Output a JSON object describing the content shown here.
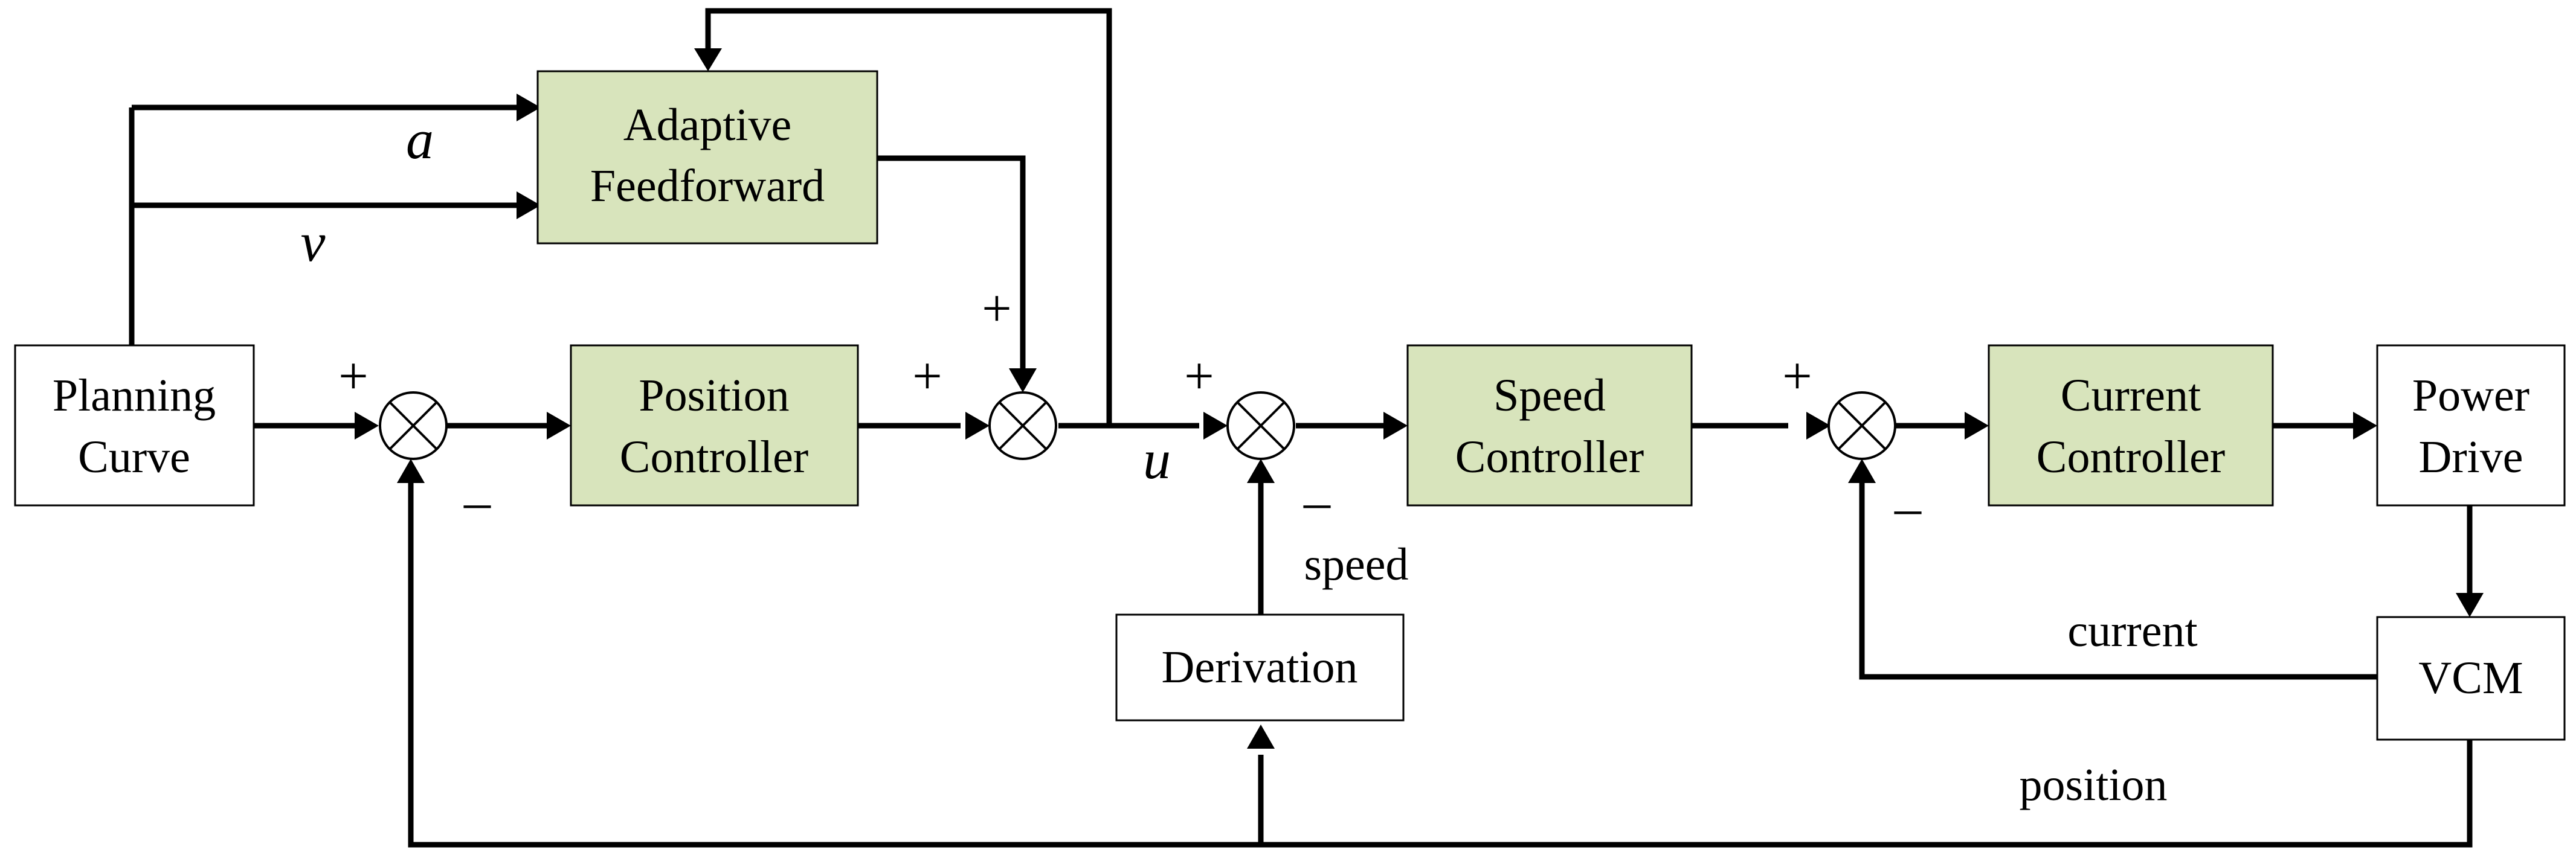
{
  "blocks": {
    "planning_curve": [
      "Planning",
      "Curve"
    ],
    "adaptive_feedforward": [
      "Adaptive",
      "Feedforward"
    ],
    "position_controller": [
      "Position",
      "Controller"
    ],
    "speed_controller": [
      "Speed",
      "Controller"
    ],
    "current_controller": [
      "Current",
      "Controller"
    ],
    "power_drive": [
      "Power",
      "Drive"
    ],
    "derivation": "Derivation",
    "vcm": "VCM"
  },
  "signals": {
    "a": "a",
    "v": "v",
    "u": "u",
    "speed": "speed",
    "current": "current",
    "position": "position"
  },
  "signs": {
    "plus": "+",
    "minus": "–"
  },
  "colors": {
    "controller_fill": "#d8e4bc",
    "line": "#000000"
  }
}
